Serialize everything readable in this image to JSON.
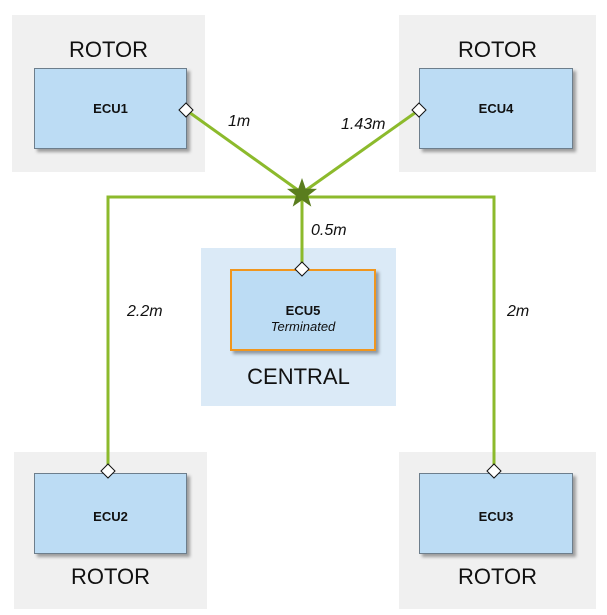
{
  "zones": {
    "rotor_top_left": "ROTOR",
    "rotor_top_right": "ROTOR",
    "rotor_bottom_left": "ROTOR",
    "rotor_bottom_right": "ROTOR",
    "central": "CENTRAL"
  },
  "ecus": {
    "ecu1": {
      "name": "ECU1"
    },
    "ecu2": {
      "name": "ECU2"
    },
    "ecu3": {
      "name": "ECU3"
    },
    "ecu4": {
      "name": "ECU4"
    },
    "ecu5": {
      "name": "ECU5",
      "status": "Terminated"
    }
  },
  "wires": {
    "ecu1": "1m",
    "ecu4": "1.43m",
    "ecu5": "0.5m",
    "ecu2": "2.2m",
    "ecu3": "2m"
  },
  "colors": {
    "wire": "#8cba2c",
    "star": "#5a7d1e",
    "ecu_fill": "#bcdcf4",
    "terminated_border": "#f0961e",
    "zone_fill": "#f0f0f0",
    "central_zone_fill": "#dbeaf7"
  }
}
